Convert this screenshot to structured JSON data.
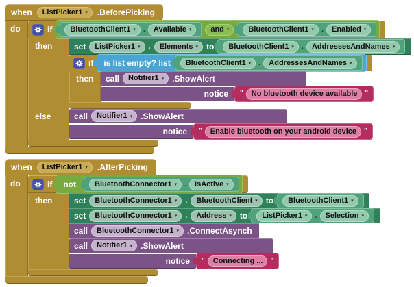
{
  "icons": {
    "dropdown": "▾"
  },
  "labels": {
    "when": "when",
    "do": "do",
    "if": "if",
    "then": "then",
    "else": "else",
    "set": "set",
    "to": "to",
    "call": "call",
    "notice": "notice",
    "dot": ".",
    "quote": "\""
  },
  "colors": {
    "event_gold": "#B08C33",
    "logic_green": "#77AB41",
    "getter_green": "#4FA27C",
    "setter_green": "#2E8159",
    "lists_blue": "#49A6D4",
    "call_purple": "#7C5387",
    "text_pink": "#B32D5E",
    "gear_indigo": "#474FA3"
  },
  "before_picking": {
    "component": "ListPicker1",
    "event": ".BeforePicking",
    "condition": {
      "operator": "and",
      "left": {
        "component": "BluetoothClient1",
        "property": "Available"
      },
      "right": {
        "component": "BluetoothClient1",
        "property": "Enabled"
      }
    },
    "set_elements": {
      "component": "ListPicker1",
      "property": "Elements",
      "value": {
        "component": "BluetoothClient1",
        "property": "AddressesAndNames"
      }
    },
    "empty_check": {
      "label": "is list empty? list",
      "list": {
        "component": "BluetoothClient1",
        "property": "AddressesAndNames"
      }
    },
    "alert_empty": {
      "component": "Notifier1",
      "method": ".ShowAlert",
      "notice": "No bluetooth device available"
    },
    "alert_disabled": {
      "component": "Notifier1",
      "method": ".ShowAlert",
      "notice": "Enable bluetooth on your android device"
    }
  },
  "after_picking": {
    "component": "ListPicker1",
    "event": ".AfterPicking",
    "condition": {
      "operator": "not",
      "operand": {
        "component": "BluetoothConnector1",
        "property": "IsActive"
      }
    },
    "set_client": {
      "component": "BluetoothConnector1",
      "property": "BluetoothClient",
      "value": {
        "component": "BluetoothClient1"
      }
    },
    "set_address": {
      "component": "BluetoothConnector1",
      "property": "Address",
      "value": {
        "component": "ListPicker1",
        "property": "Selection"
      }
    },
    "call_connect": {
      "component": "BluetoothConnector1",
      "method": ".ConnectAsynch"
    },
    "alert_connecting": {
      "component": "Notifier1",
      "method": ".ShowAlert",
      "notice": "Connecting ..."
    }
  }
}
